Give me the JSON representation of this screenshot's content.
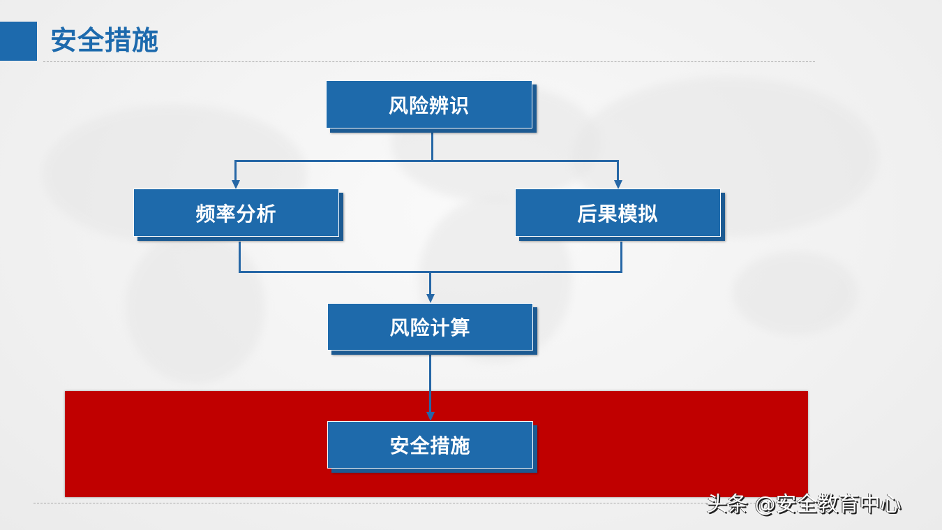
{
  "slide": {
    "title": "安全措施",
    "accent_color": "#1d6aad",
    "highlight_color": "#c00000"
  },
  "flowchart": {
    "nodes": [
      {
        "id": "risk-identification",
        "label": "风险辨识"
      },
      {
        "id": "frequency-analysis",
        "label": "频率分析"
      },
      {
        "id": "consequence-simulation",
        "label": "后果模拟"
      },
      {
        "id": "risk-calculation",
        "label": "风险计算"
      },
      {
        "id": "safety-measures",
        "label": "安全措施"
      }
    ],
    "edges": [
      {
        "from": "风险辨识",
        "to": "频率分析"
      },
      {
        "from": "风险辨识",
        "to": "后果模拟"
      },
      {
        "from": "频率分析",
        "to": "风险计算"
      },
      {
        "from": "后果模拟",
        "to": "风险计算"
      },
      {
        "from": "风险计算",
        "to": "安全措施"
      }
    ],
    "highlighted_node": "安全措施"
  },
  "watermark": {
    "text": "头条 @安全教育中心"
  }
}
